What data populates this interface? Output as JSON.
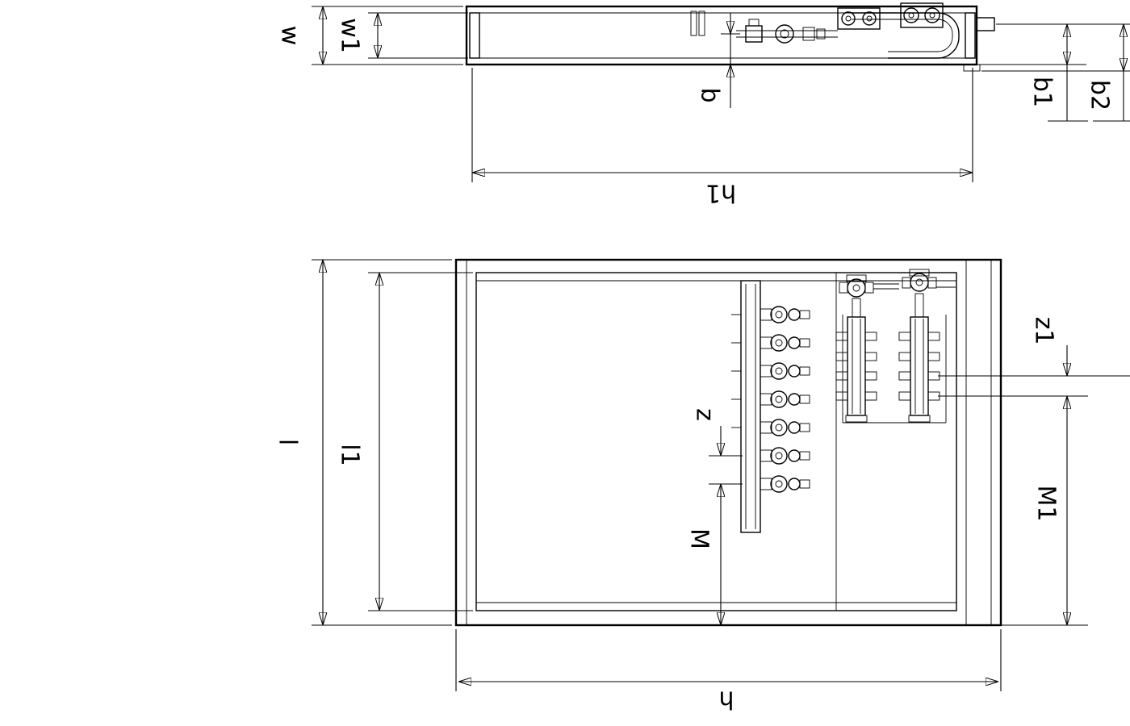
{
  "colors": {
    "line": "#000000",
    "background": "#ffffff"
  },
  "dimension_labels": {
    "w": "w",
    "w1": "w1",
    "b": "b",
    "b1": "b1",
    "b2": "b2",
    "h1": "h1",
    "l": "l",
    "l1": "l1",
    "z": "z",
    "z1": "z1",
    "M": "M",
    "M1": "M1",
    "h": "h"
  }
}
